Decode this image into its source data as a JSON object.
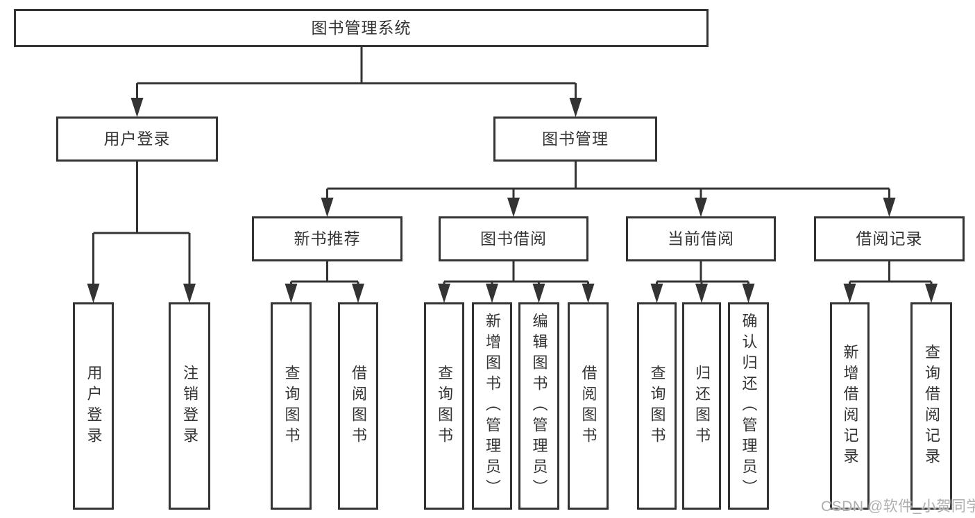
{
  "diagram": {
    "title": "图书管理系统",
    "children": [
      {
        "label": "用户登录",
        "children": [
          {
            "label": "用户登录"
          },
          {
            "label": "注销登录"
          }
        ]
      },
      {
        "label": "图书管理",
        "children": [
          {
            "label": "新书推荐",
            "children": [
              {
                "label": "查询图书"
              },
              {
                "label": "借阅图书"
              }
            ]
          },
          {
            "label": "图书借阅",
            "children": [
              {
                "label": "查询图书"
              },
              {
                "label": "新增图书（管理员）"
              },
              {
                "label": "编辑图书（管理员）"
              },
              {
                "label": "借阅图书"
              }
            ]
          },
          {
            "label": "当前借阅",
            "children": [
              {
                "label": "查询图书"
              },
              {
                "label": "归还图书"
              },
              {
                "label": "确认归还（管理员）"
              }
            ]
          },
          {
            "label": "借阅记录",
            "children": [
              {
                "label": "新增借阅记录"
              },
              {
                "label": "查询借阅记录"
              }
            ]
          }
        ]
      }
    ]
  },
  "watermark": {
    "text": "CSDN @软件_小贺同学"
  },
  "colors": {
    "line": "#333333",
    "box_border": "#333333",
    "text": "#333333",
    "background": "#ffffff",
    "watermark": "#aeaeae"
  }
}
